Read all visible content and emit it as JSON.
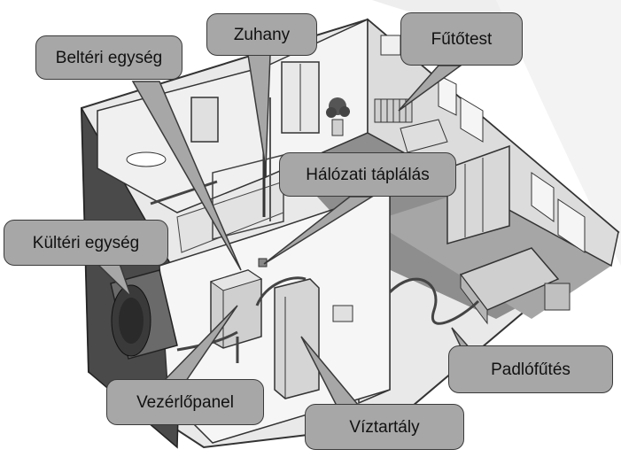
{
  "labels": {
    "beltéri_egység": "Beltéri egység",
    "zuhany": "Zuhany",
    "fűtőtest": "Fűtőtest",
    "hálózati_táplálás": "Hálózati táplálás",
    "kültéri_egység": "Kültéri egység",
    "vezérlőpanel": "Vezérlőpanel",
    "víztartály": "Víztartály",
    "padlófűtés": "Padlófűtés"
  },
  "colors": {
    "callout_fill": "#a7a7a7",
    "callout_border": "#3a3a3a",
    "wall_light": "#f2f2f2",
    "wall_mid": "#d9d9d9",
    "floor": "#9b9b9b",
    "dark_wall": "#555555",
    "line": "#333333"
  }
}
